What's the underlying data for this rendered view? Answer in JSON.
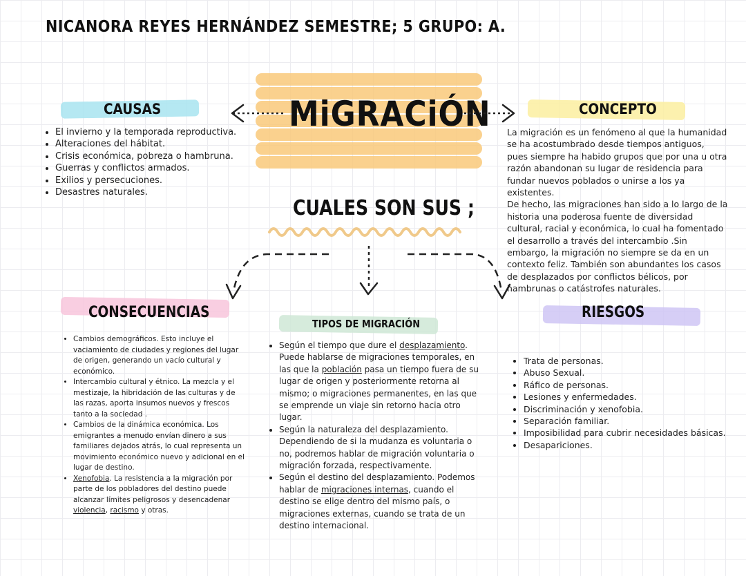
{
  "header": {
    "text": "NICANORA REYES HERNÁNDEZ SEMESTRE;  5  GRUPO: A."
  },
  "main": {
    "title": "MiGRACiÓN",
    "question": "CUALES SON SUS ;"
  },
  "causas": {
    "heading": "CAUSAS",
    "items": [
      "El invierno y la temporada reproductiva.",
      "Alteraciones del hábitat.",
      "Crisis económica, pobreza o hambruna.",
      "Guerras y conflictos armados.",
      "Exilios y persecuciones.",
      "Desastres naturales."
    ]
  },
  "concepto": {
    "heading": "CONCEPTO",
    "lines": [
      "La migración es un fenómeno al que la humanidad",
      "se ha acostumbrado desde tiempos antiguos,",
      "pues siempre ha habido grupos que por una u otra",
      "razón abandonan su lugar de residencia para",
      "fundar nuevos poblados o unirse a los ya",
      "existentes.",
      "De hecho, las migraciones han sido a lo largo de la",
      "historia una poderosa fuente de diversidad",
      "cultural, racial y económica, lo cual ha fomentado",
      "el desarrollo a través del intercambio .Sin",
      "embargo, la migración no siempre se da en un",
      "contexto feliz. También son abundantes los casos",
      "de desplazados por conflictos bélicos, por",
      "hambrunas o catástrofes naturales."
    ]
  },
  "consecuencias": {
    "heading": "CONSECUENCIAS",
    "items": [
      {
        "lines": [
          "Cambios demográficos. Esto incluye el",
          "vaciamiento de ciudades y regiones del lugar",
          "de origen, generando un vacío cultural y",
          "económico."
        ]
      },
      {
        "lines": [
          "Intercambio cultural y étnico. La mezcla y el",
          "mestizaje, la hibridación de las culturas y de",
          "las razas, aporta insumos nuevos y frescos",
          "tanto a la sociedad ."
        ]
      },
      {
        "lines": [
          "Cambios de la dinámica económica. Los",
          "emigrantes a menudo envían dinero a sus",
          "familiares dejados atrás, lo cual representa un",
          "movimiento económico nuevo y adicional en el",
          "lugar de destino."
        ]
      },
      {
        "link_xenofobia": "Xenofobia",
        "line1_rest": ". La resistencia a la migración por",
        "line2": "parte de los pobladores del destino puede",
        "line3": "alcanzar límites peligrosos y desencadenar",
        "link_violencia": "violencia",
        "comma": ", ",
        "link_racismo": "racismo",
        "tail": " y otras."
      }
    ]
  },
  "tipos": {
    "heading": "TIPOS DE MIGRACIÓN",
    "item1": {
      "a": "Según el tiempo que dure el ",
      "link1": "desplazamiento",
      "b": ".",
      "l2": "Puede hablarse de migraciones temporales, en",
      "c": "las que la ",
      "link2": "población",
      "d": " pasa un tiempo fuera de su",
      "l4": "lugar de origen y posteriormente retorna al",
      "l5": "mismo; o migraciones permanentes, en las que",
      "l6": "se emprende un viaje sin retorno hacia otro",
      "l7": "lugar."
    },
    "item2": {
      "lines": [
        "Según la naturaleza del desplazamiento.",
        "Dependiendo de si la mudanza es voluntaria o",
        "no, podremos hablar de migración voluntaria o",
        "migración forzada, respectivamente."
      ]
    },
    "item3": {
      "l1": "Según el destino del desplazamiento. Podemos",
      "a": "hablar de ",
      "link": "migraciones internas",
      "b": ", cuando el",
      "l3": "destino se elige dentro del mismo país, o",
      "l4": "migraciones externas, cuando se trata de un",
      "l5": "destino internacional."
    }
  },
  "riesgos": {
    "heading": "RIESGOS",
    "items": [
      "Trata de personas.",
      "Abuso Sexual.",
      "Ráfico de personas.",
      "Lesiones y enfermedades.",
      "Discriminación y xenofobia.",
      "Separación familiar.",
      "Imposibilidad para cubrir necesidades básicas.",
      "Desapariciones."
    ]
  },
  "colors": {
    "causas_highlight": "#a8e4f0",
    "concepto_highlight": "#fbeea0",
    "title_highlight": "#f9c97a",
    "consecuencias_highlight": "#f8c6dc",
    "tipos_highlight": "#cfe8d6",
    "riesgos_highlight": "#cfc6f5",
    "squiggle": "#f0c98a"
  }
}
